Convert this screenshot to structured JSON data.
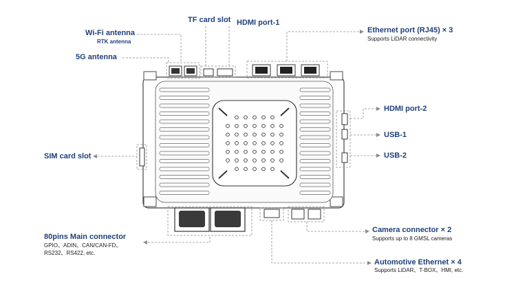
{
  "colors": {
    "label": "#1f3f7a",
    "leader": "#8a8a8a",
    "body_stroke": "#444444"
  },
  "labels": {
    "wifi": {
      "title": "Wi-Fi antenna",
      "sub": "RTK antenna"
    },
    "g5": {
      "title": "5G antenna"
    },
    "tf": {
      "title": "TF card slot"
    },
    "hdmi1": {
      "title": "HDMI port-1"
    },
    "eth": {
      "title": "Ethernet port (RJ45) × 3",
      "sub": "Supports LiDAR connectivity"
    },
    "hdmi2": {
      "title": "HDMI port-2"
    },
    "usb1": {
      "title": "USB-1"
    },
    "usb2": {
      "title": "USB-2"
    },
    "sim": {
      "title": "SIM card slot"
    },
    "main": {
      "title": "80pins Main connector",
      "sub1": "GPIO、ADIN、CAN/CAN-FD、",
      "sub2": "RS232、RS422, etc."
    },
    "camera": {
      "title": "Camera connector × 2",
      "sub": "Supports up to 8 GMSL cameras"
    },
    "autoeth": {
      "title": "Automotive Ethernet × 4",
      "sub": "Supports LiDAR、T-BOX、HMI, etc."
    }
  }
}
